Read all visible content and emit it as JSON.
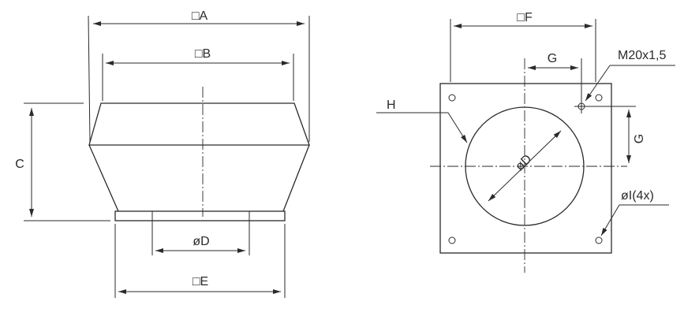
{
  "side_view": {
    "dim_A": "□A",
    "dim_B": "□B",
    "dim_C": "C",
    "dim_D": "øD",
    "dim_E": "□E"
  },
  "top_view": {
    "dim_F": "□F",
    "dim_G_horizontal": "G",
    "dim_G_vertical": "G",
    "label_H": "H",
    "dim_D": "øD",
    "thread_callout": "M20x1,5",
    "holes_callout": "øI(4x)"
  }
}
